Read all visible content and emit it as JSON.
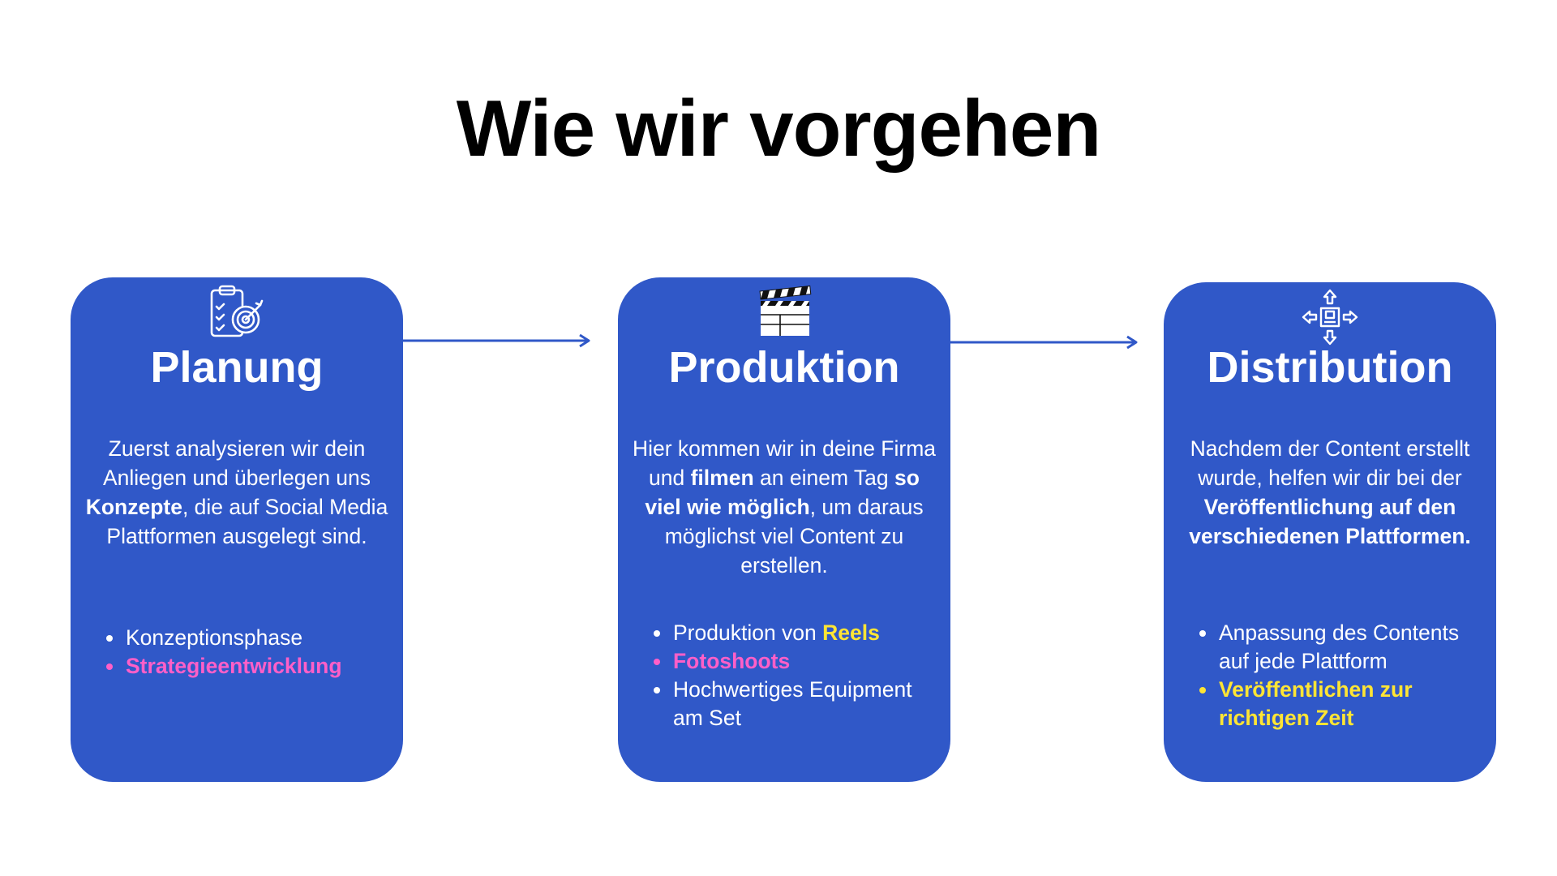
{
  "page": {
    "title": "Wie wir vorgehen"
  },
  "colors": {
    "card_background": "#3058c8",
    "accent_pink": "#ff5fc8",
    "accent_yellow": "#ffe534",
    "arrow": "#3058c8",
    "title": "#000000"
  },
  "cards": [
    {
      "icon": "clipboard-target-icon",
      "title": "Planung",
      "description": {
        "part1": "Zuerst analysieren wir dein Anliegen und überlegen uns ",
        "bold1": "Konzepte",
        "part2": ", die auf Social Media Plattformen ausgelegt sind."
      },
      "bullets": [
        {
          "text": "Konzeptionsphase"
        },
        {
          "highlight": "Strategieentwicklung"
        }
      ]
    },
    {
      "icon": "clapperboard-icon",
      "title": "Produktion",
      "description": {
        "part1": "Hier kommen wir in deine Firma und ",
        "bold1": "filmen",
        "part2": " an einem Tag ",
        "bold2": "so viel wie möglich",
        "part3": ", um daraus möglichst viel Content zu erstellen."
      },
      "bullets": [
        {
          "text": "Produktion von ",
          "highlight": "Reels"
        },
        {
          "highlight": "Fotoshoots"
        },
        {
          "text": "Hochwertiges Equipment am Set"
        }
      ]
    },
    {
      "icon": "distribution-arrows-icon",
      "title": "Distribution",
      "description": {
        "part1": "Nachdem der Content erstellt wurde, helfen wir dir bei der ",
        "bold1": "Veröffentlichung auf den verschiedenen Plattformen."
      },
      "bullets": [
        {
          "text": "Anpassung des Contents auf jede Plattform"
        },
        {
          "highlight": "Veröffentlichen zur richtigen Zeit"
        }
      ]
    }
  ]
}
